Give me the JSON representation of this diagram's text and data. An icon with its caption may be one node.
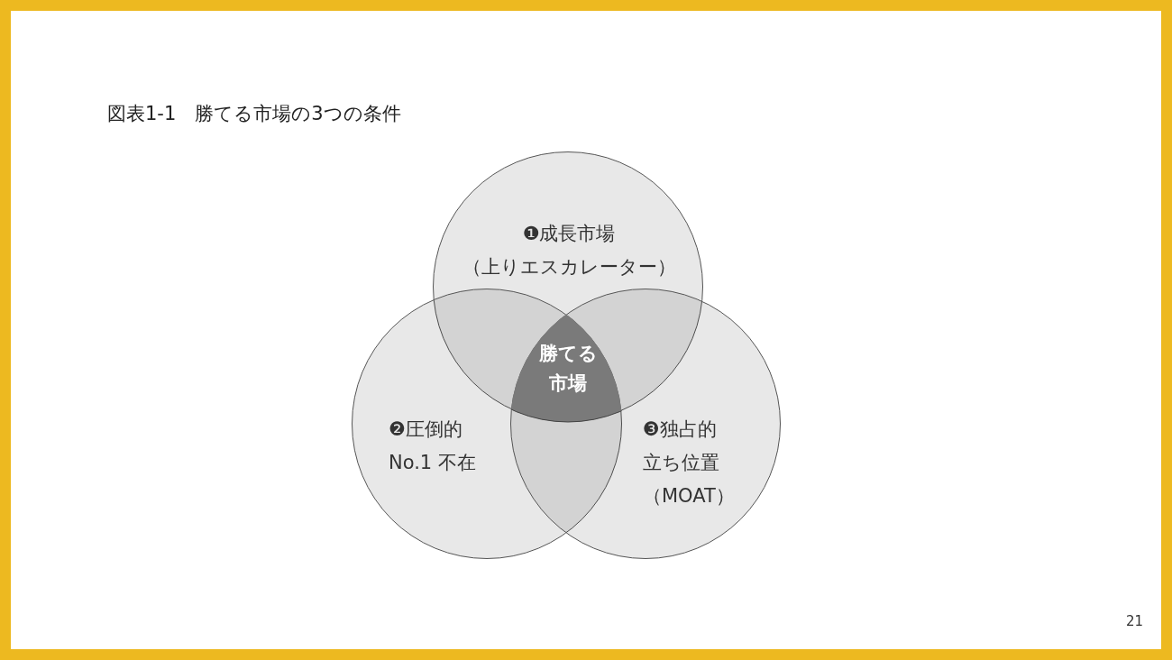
{
  "diagram": {
    "title": "図表1-1　勝てる市場の3つの条件",
    "nodes": [
      {
        "text": [
          "❶成長市場",
          "（上りエスカレーター）"
        ]
      },
      {
        "text": [
          "❷圧倒的",
          "No.1 不在"
        ]
      },
      {
        "text": [
          "❸独占的",
          "立ち位置（MOAT）"
        ]
      },
      {
        "text": [
          "勝てる市場"
        ]
      }
    ],
    "labels": [
      "21"
    ]
  }
}
